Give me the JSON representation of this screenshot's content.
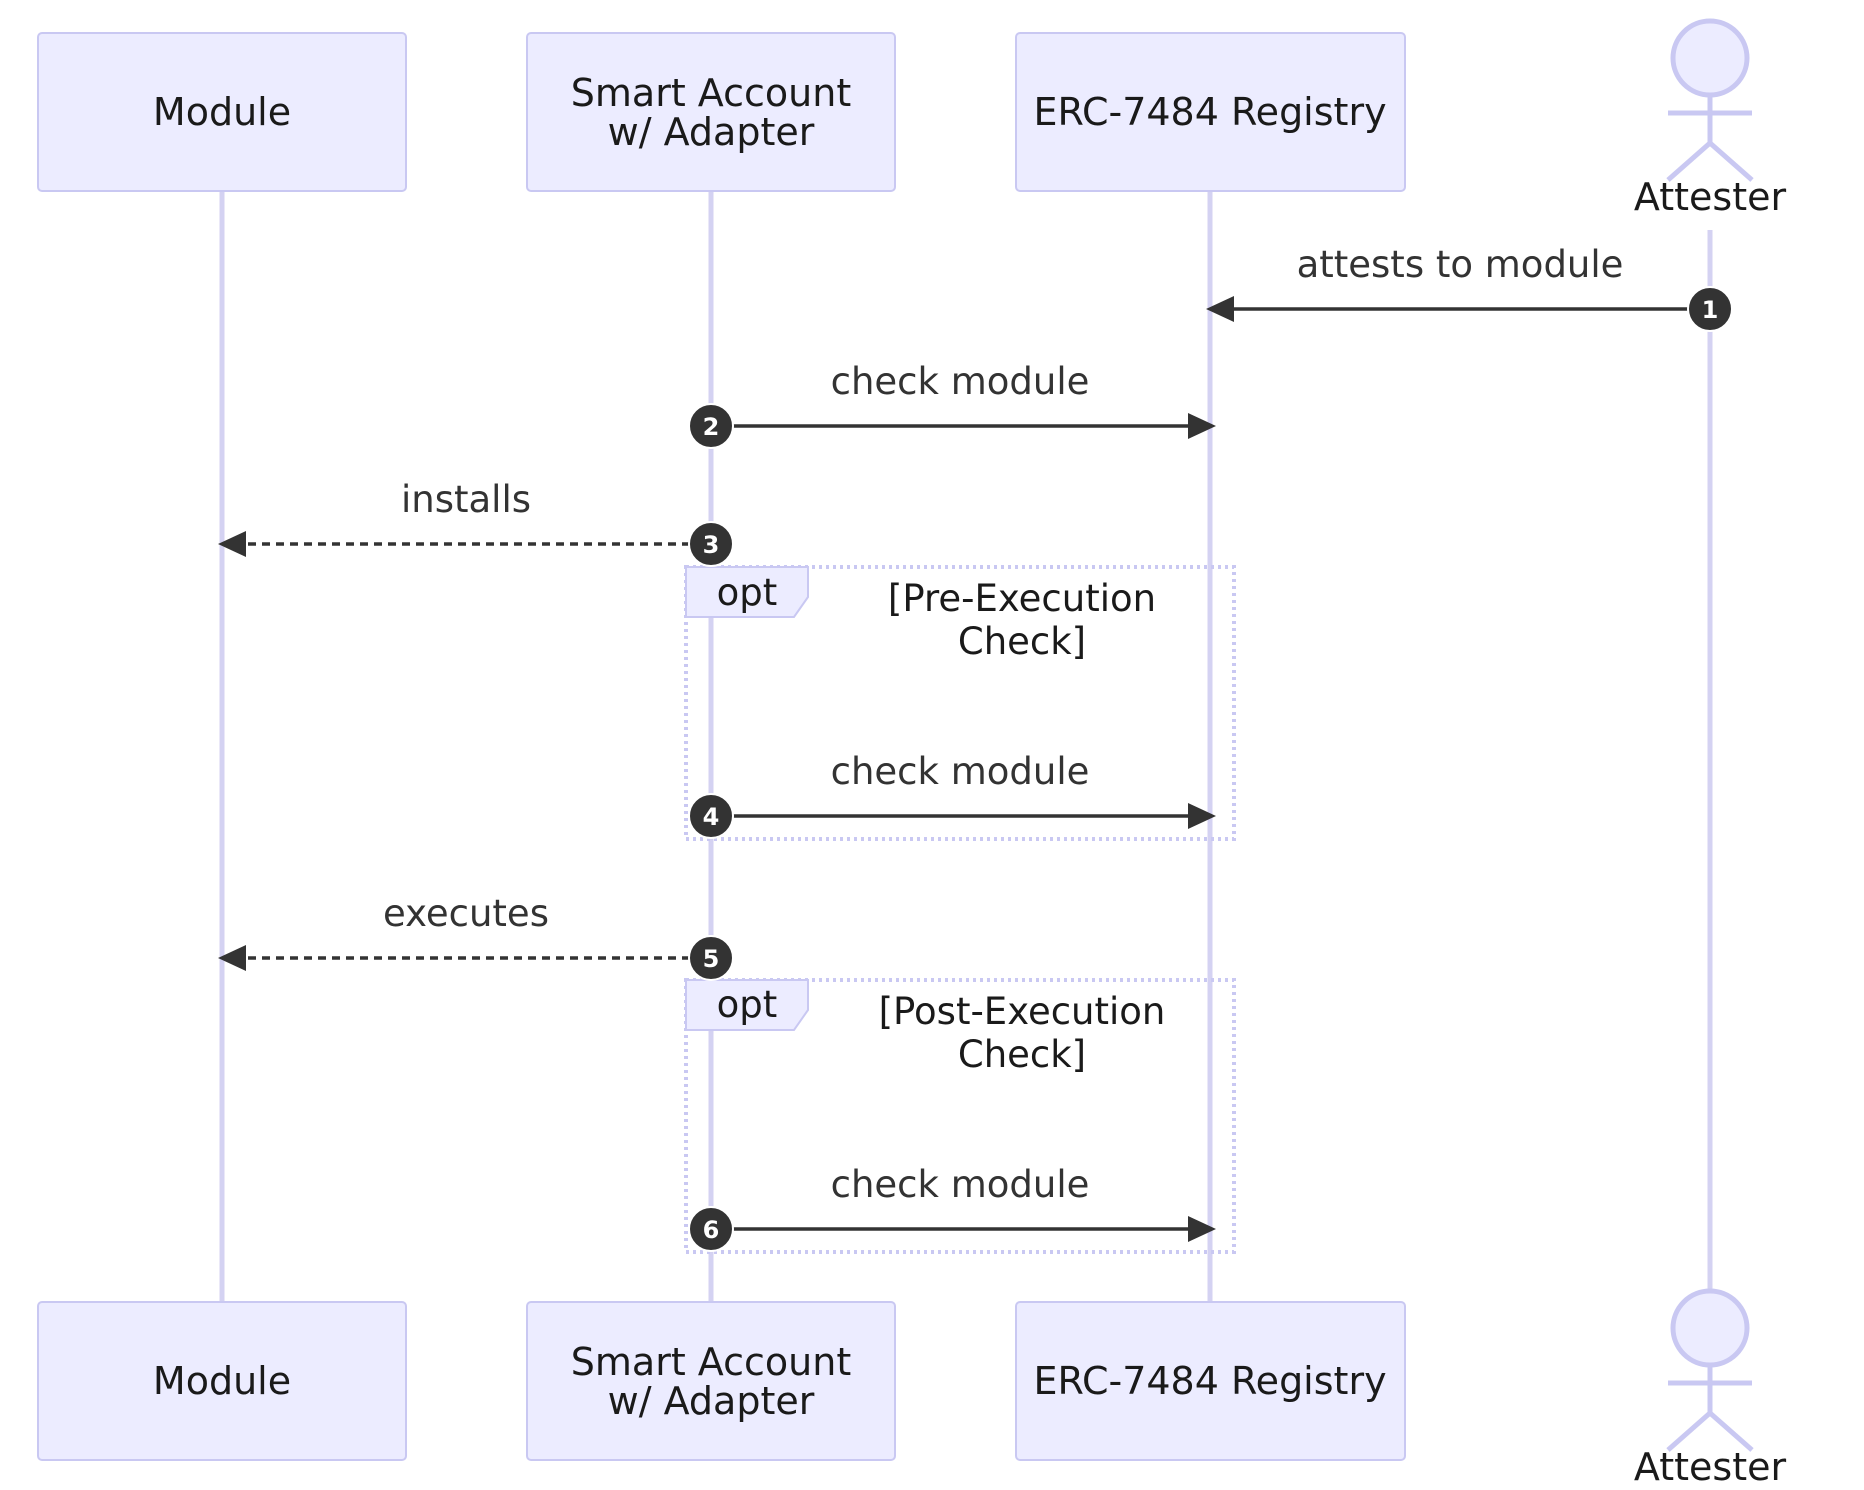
{
  "participants": [
    {
      "id": "module",
      "type": "box",
      "lines": [
        "Module"
      ]
    },
    {
      "id": "smart",
      "type": "box",
      "lines": [
        "Smart Account",
        "w/ Adapter"
      ]
    },
    {
      "id": "registry",
      "type": "box",
      "lines": [
        "ERC-7484 Registry"
      ]
    },
    {
      "id": "attester",
      "type": "actor",
      "lines": [
        "Attester"
      ]
    }
  ],
  "messages": [
    {
      "num": "1",
      "from": "attester",
      "to": "registry",
      "label": "attests to module",
      "style": "solid"
    },
    {
      "num": "2",
      "from": "smart",
      "to": "registry",
      "label": "check module",
      "style": "solid"
    },
    {
      "num": "3",
      "from": "smart",
      "to": "module",
      "label": "installs",
      "style": "dashed"
    },
    {
      "num": "4",
      "from": "smart",
      "to": "registry",
      "label": "check module",
      "style": "solid"
    },
    {
      "num": "5",
      "from": "smart",
      "to": "module",
      "label": "executes",
      "style": "dashed"
    },
    {
      "num": "6",
      "from": "smart",
      "to": "registry",
      "label": "check module",
      "style": "solid"
    }
  ],
  "fragments": [
    {
      "keyword": "opt",
      "condition": [
        "[Pre-Execution",
        "Check]"
      ],
      "contains": [
        "4"
      ]
    },
    {
      "keyword": "opt",
      "condition": [
        "[Post-Execution",
        "Check]"
      ],
      "contains": [
        "6"
      ]
    }
  ],
  "colors": {
    "actor_fill": "#ECECFF",
    "actor_border": "#C9C8F2",
    "lifeline": "#D4D2F2",
    "message": "#333333"
  }
}
